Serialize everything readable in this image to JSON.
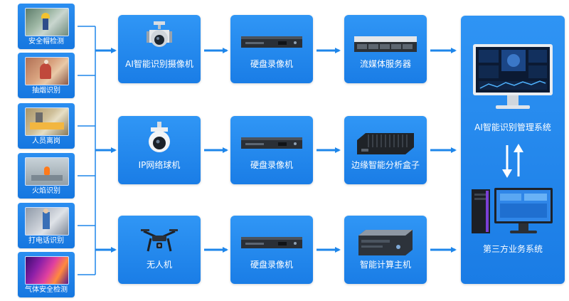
{
  "sources": [
    {
      "label": "安全帽检测",
      "icon": "helmet-detection-thumbnail"
    },
    {
      "label": "抽烟识别",
      "icon": "smoking-detection-thumbnail"
    },
    {
      "label": "人员离岗",
      "icon": "staff-absence-thumbnail"
    },
    {
      "label": "火焰识别",
      "icon": "flame-detection-thumbnail"
    },
    {
      "label": "打电话识别",
      "icon": "phone-call-detection-thumbnail"
    },
    {
      "label": "气体安全检测",
      "icon": "gas-thermal-thumbnail"
    }
  ],
  "rows": [
    {
      "device": {
        "label": "AI智能识别摄像机",
        "icon": "ptz-camera-icon"
      },
      "recorder": {
        "label": "硬盘录像机",
        "icon": "nvr-icon"
      },
      "processor": {
        "label": "流媒体服务器",
        "icon": "rack-server-icon"
      }
    },
    {
      "device": {
        "label": "IP网络球机",
        "icon": "dome-camera-icon"
      },
      "recorder": {
        "label": "硬盘录像机",
        "icon": "nvr-icon"
      },
      "processor": {
        "label": "边缘智能分析盒子",
        "icon": "edge-box-icon"
      }
    },
    {
      "device": {
        "label": "无人机",
        "icon": "drone-icon"
      },
      "recorder": {
        "label": "硬盘录像机",
        "icon": "nvr-icon"
      },
      "processor": {
        "label": "智能计算主机",
        "icon": "compute-host-icon"
      }
    }
  ],
  "management": {
    "label": "AI智能识别管理系统",
    "icon": "monitor-dashboard-icon"
  },
  "thirdparty": {
    "label": "第三方业务系统",
    "icon": "desktop-pc-icon"
  },
  "colors": {
    "box": "#1a7de6",
    "arrow": "#1e86ea",
    "line": "#1e86ea"
  }
}
